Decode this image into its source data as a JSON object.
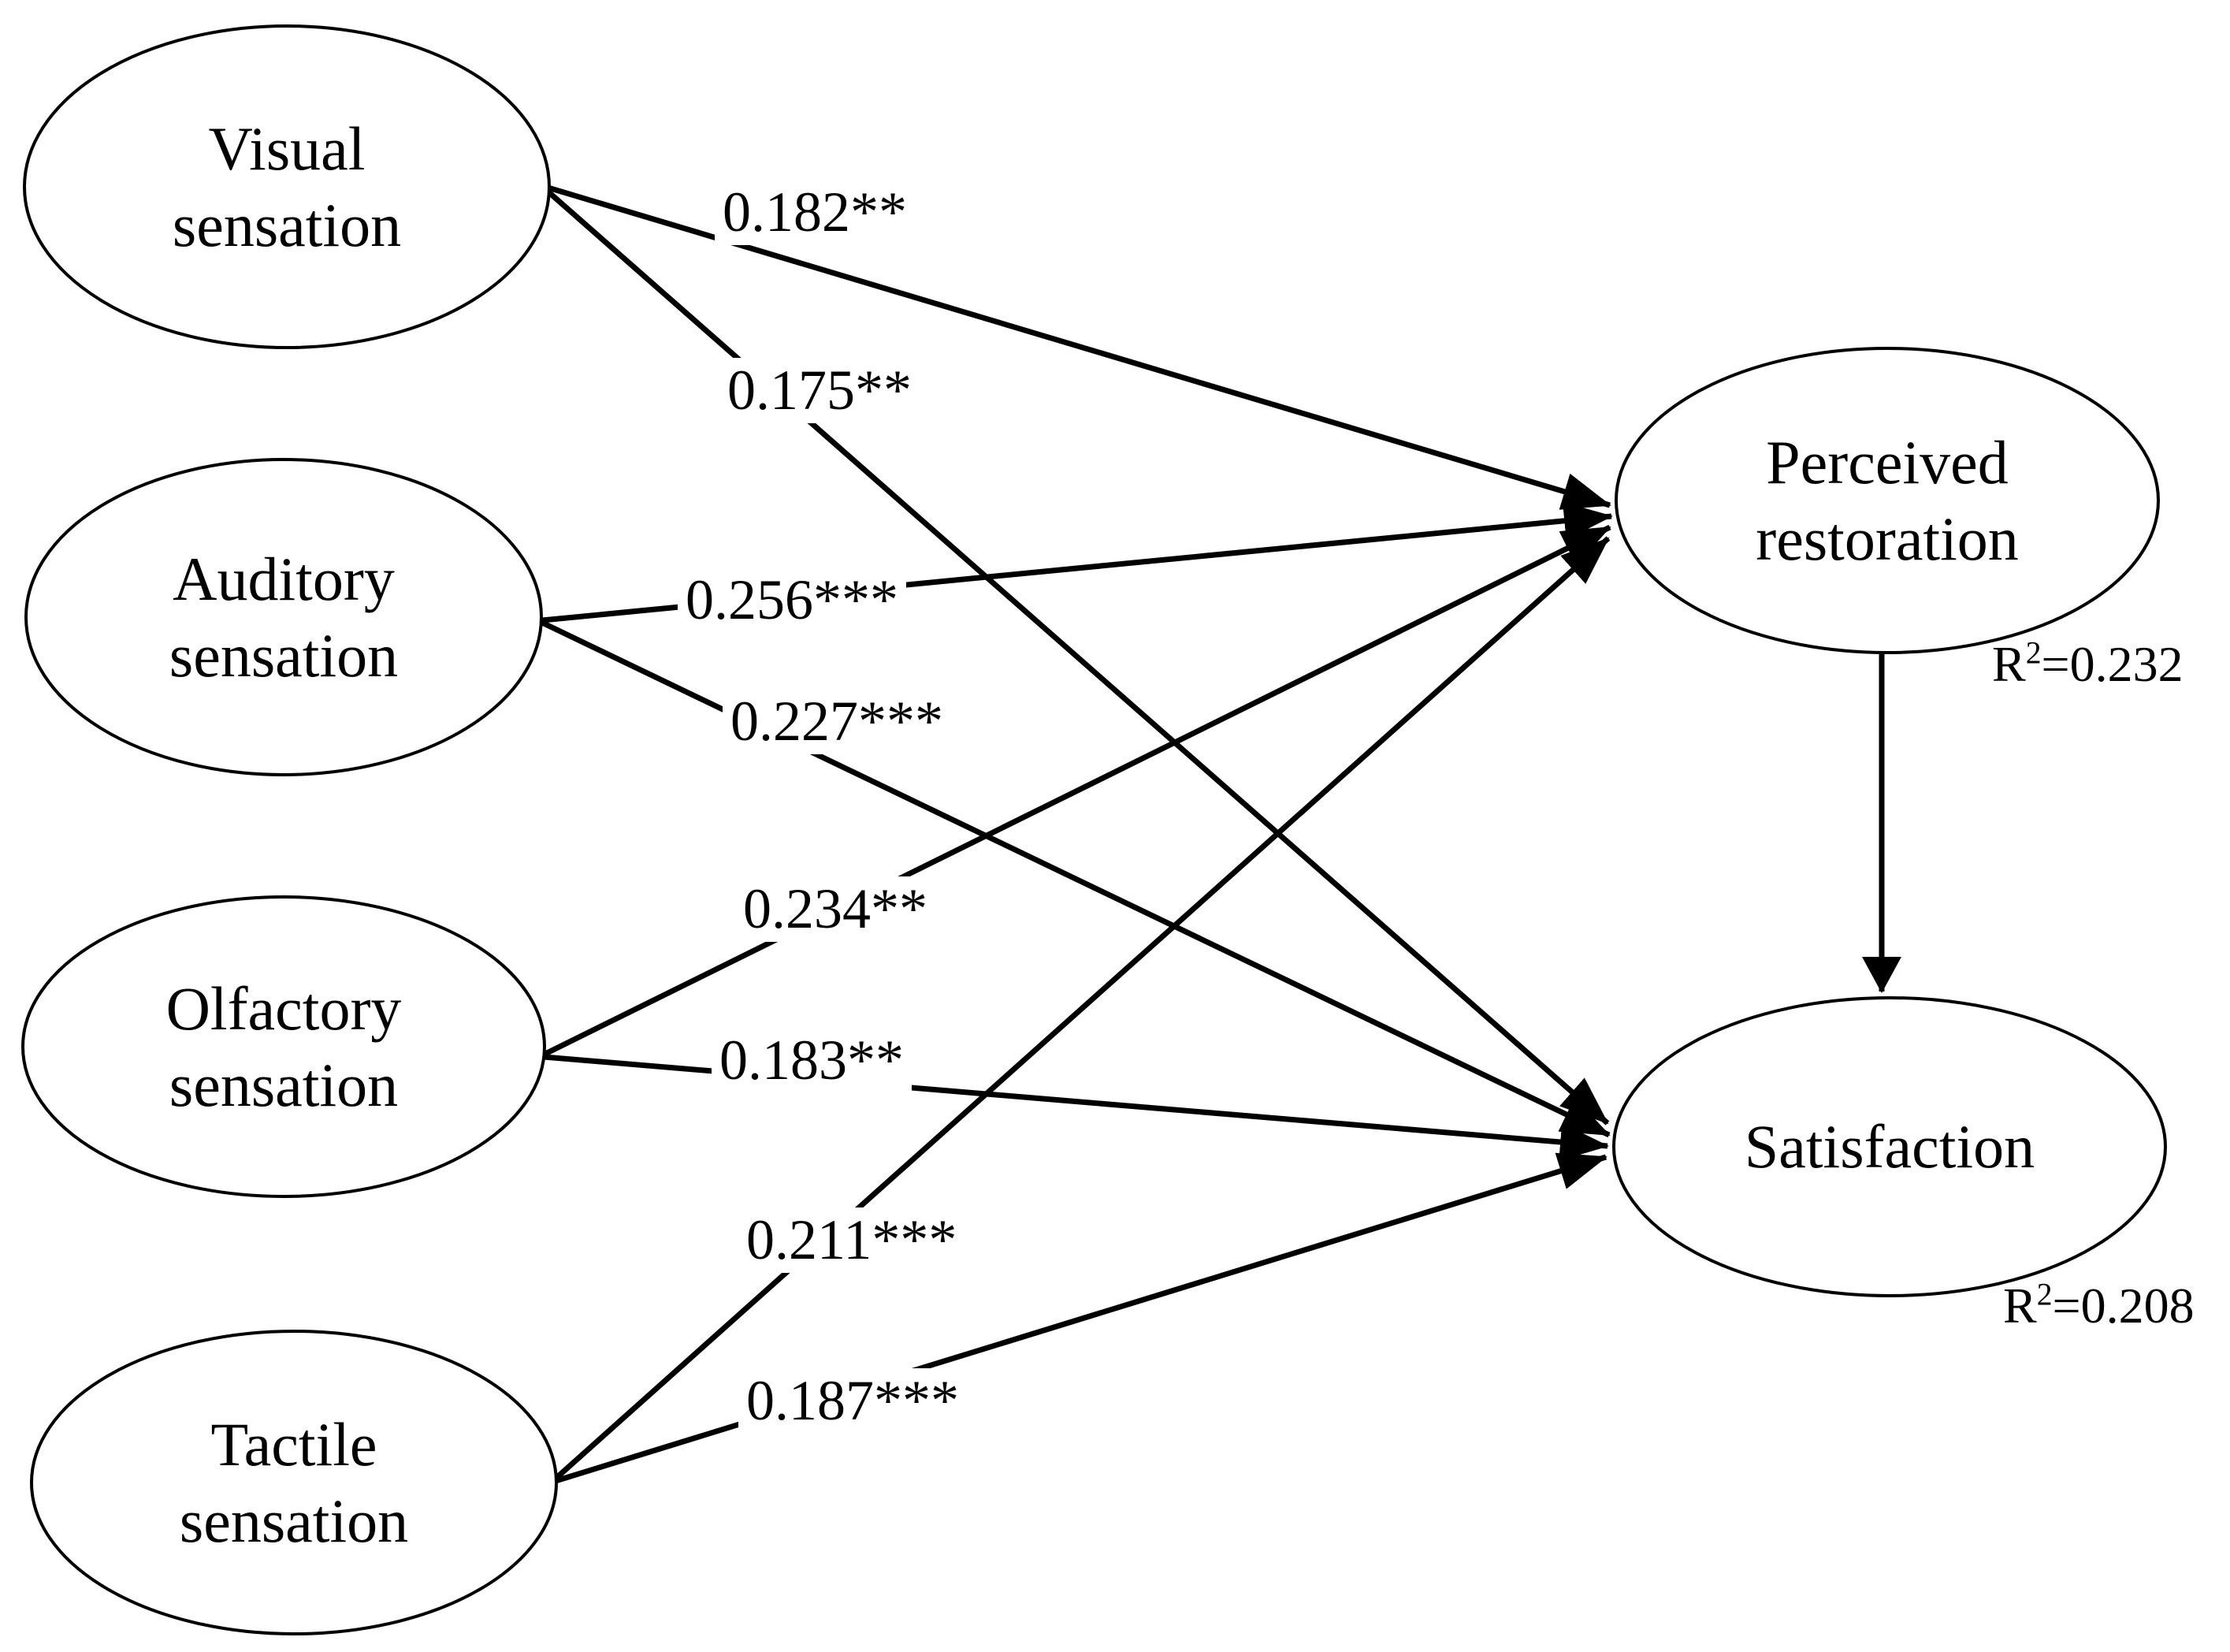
{
  "diagram": {
    "colors": {
      "stroke": "#000000",
      "background": "#ffffff",
      "text": "#000000"
    },
    "nodes": {
      "visual": {
        "line1": "Visual",
        "line2": "sensation"
      },
      "auditory": {
        "line1": "Auditory",
        "line2": "sensation"
      },
      "olfactory": {
        "line1": "Olfactory",
        "line2": "sensation"
      },
      "tactile": {
        "line1": "Tactile",
        "line2": "sensation"
      },
      "restoration": {
        "line1": "Perceived",
        "line2": "restoration",
        "r2_base": "R",
        "r2_sup": "2",
        "r2_rest": "=0.232"
      },
      "satisfaction": {
        "line1": "Satisfaction",
        "r2_base": "R",
        "r2_sup": "2",
        "r2_rest": "=0.208"
      }
    },
    "coefficients": {
      "visual_restoration": "0.182**",
      "visual_satisfaction": "0.175**",
      "auditory_restoration": "0.256***",
      "auditory_satisfaction": "0.227***",
      "olfactory_restoration": "0.234**",
      "olfactory_satisfaction": "0.183**",
      "tactile_restoration": "0.211***",
      "tactile_satisfaction": "0.187***"
    }
  }
}
